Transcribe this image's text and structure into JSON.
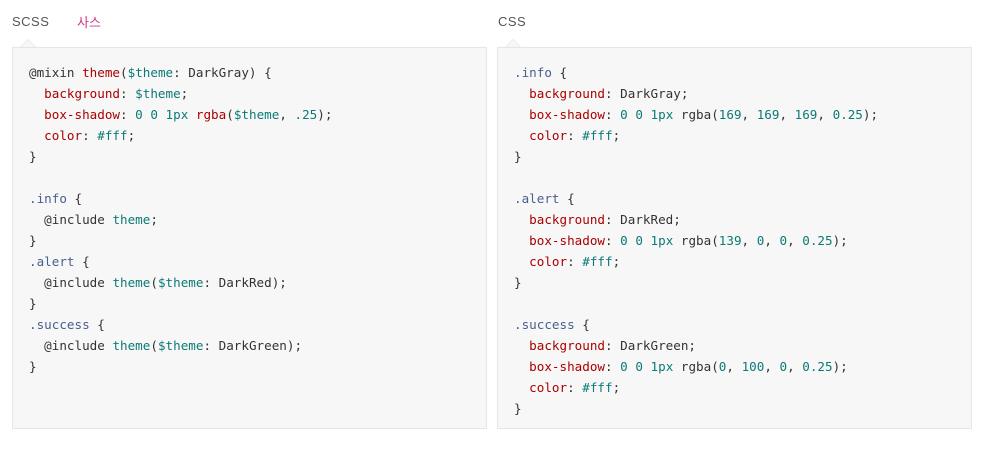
{
  "tabs": {
    "scss_label": "SCSS",
    "scss_korean": "사스",
    "css_label": "CSS"
  },
  "scss_code": [
    [
      [
        "kw",
        "@mixin"
      ],
      [
        "plain",
        " "
      ],
      [
        "fn",
        "theme"
      ],
      [
        "plain",
        "("
      ],
      [
        "var",
        "$theme"
      ],
      [
        "plain",
        ": DarkGray) {"
      ]
    ],
    [
      [
        "plain",
        "  "
      ],
      [
        "prop",
        "background"
      ],
      [
        "plain",
        ": "
      ],
      [
        "var",
        "$theme"
      ],
      [
        "plain",
        ";"
      ]
    ],
    [
      [
        "plain",
        "  "
      ],
      [
        "prop",
        "box-shadow"
      ],
      [
        "plain",
        ": "
      ],
      [
        "num",
        "0"
      ],
      [
        "plain",
        " "
      ],
      [
        "num",
        "0"
      ],
      [
        "plain",
        " "
      ],
      [
        "num",
        "1px"
      ],
      [
        "plain",
        " "
      ],
      [
        "fn",
        "rgba"
      ],
      [
        "plain",
        "("
      ],
      [
        "var",
        "$theme"
      ],
      [
        "plain",
        ", "
      ],
      [
        "num",
        ".25"
      ],
      [
        "plain",
        ");"
      ]
    ],
    [
      [
        "plain",
        "  "
      ],
      [
        "prop",
        "color"
      ],
      [
        "plain",
        ": "
      ],
      [
        "num",
        "#fff"
      ],
      [
        "plain",
        ";"
      ]
    ],
    [
      [
        "plain",
        "}"
      ]
    ],
    [
      [
        "plain",
        ""
      ]
    ],
    [
      [
        "sel",
        ".info"
      ],
      [
        "plain",
        " {"
      ]
    ],
    [
      [
        "plain",
        "  "
      ],
      [
        "kw",
        "@include"
      ],
      [
        "plain",
        " "
      ],
      [
        "var",
        "theme"
      ],
      [
        "plain",
        ";"
      ]
    ],
    [
      [
        "plain",
        "}"
      ]
    ],
    [
      [
        "sel",
        ".alert"
      ],
      [
        "plain",
        " {"
      ]
    ],
    [
      [
        "plain",
        "  "
      ],
      [
        "kw",
        "@include"
      ],
      [
        "plain",
        " "
      ],
      [
        "var",
        "theme"
      ],
      [
        "plain",
        "("
      ],
      [
        "var",
        "$theme"
      ],
      [
        "plain",
        ": DarkRed);"
      ]
    ],
    [
      [
        "plain",
        "}"
      ]
    ],
    [
      [
        "sel",
        ".success"
      ],
      [
        "plain",
        " {"
      ]
    ],
    [
      [
        "plain",
        "  "
      ],
      [
        "kw",
        "@include"
      ],
      [
        "plain",
        " "
      ],
      [
        "var",
        "theme"
      ],
      [
        "plain",
        "("
      ],
      [
        "var",
        "$theme"
      ],
      [
        "plain",
        ": DarkGreen);"
      ]
    ],
    [
      [
        "plain",
        "}"
      ]
    ]
  ],
  "css_code": [
    [
      [
        "sel",
        ".info"
      ],
      [
        "plain",
        " {"
      ]
    ],
    [
      [
        "plain",
        "  "
      ],
      [
        "prop",
        "background"
      ],
      [
        "plain",
        ": DarkGray;"
      ]
    ],
    [
      [
        "plain",
        "  "
      ],
      [
        "prop",
        "box-shadow"
      ],
      [
        "plain",
        ": "
      ],
      [
        "num",
        "0"
      ],
      [
        "plain",
        " "
      ],
      [
        "num",
        "0"
      ],
      [
        "plain",
        " "
      ],
      [
        "num",
        "1px"
      ],
      [
        "plain",
        " rgba("
      ],
      [
        "num",
        "169"
      ],
      [
        "plain",
        ", "
      ],
      [
        "num",
        "169"
      ],
      [
        "plain",
        ", "
      ],
      [
        "num",
        "169"
      ],
      [
        "plain",
        ", "
      ],
      [
        "num",
        "0.25"
      ],
      [
        "plain",
        ");"
      ]
    ],
    [
      [
        "plain",
        "  "
      ],
      [
        "prop",
        "color"
      ],
      [
        "plain",
        ": "
      ],
      [
        "num",
        "#fff"
      ],
      [
        "plain",
        ";"
      ]
    ],
    [
      [
        "plain",
        "}"
      ]
    ],
    [
      [
        "plain",
        ""
      ]
    ],
    [
      [
        "sel",
        ".alert"
      ],
      [
        "plain",
        " {"
      ]
    ],
    [
      [
        "plain",
        "  "
      ],
      [
        "prop",
        "background"
      ],
      [
        "plain",
        ": DarkRed;"
      ]
    ],
    [
      [
        "plain",
        "  "
      ],
      [
        "prop",
        "box-shadow"
      ],
      [
        "plain",
        ": "
      ],
      [
        "num",
        "0"
      ],
      [
        "plain",
        " "
      ],
      [
        "num",
        "0"
      ],
      [
        "plain",
        " "
      ],
      [
        "num",
        "1px"
      ],
      [
        "plain",
        " rgba("
      ],
      [
        "num",
        "139"
      ],
      [
        "plain",
        ", "
      ],
      [
        "num",
        "0"
      ],
      [
        "plain",
        ", "
      ],
      [
        "num",
        "0"
      ],
      [
        "plain",
        ", "
      ],
      [
        "num",
        "0.25"
      ],
      [
        "plain",
        ");"
      ]
    ],
    [
      [
        "plain",
        "  "
      ],
      [
        "prop",
        "color"
      ],
      [
        "plain",
        ": "
      ],
      [
        "num",
        "#fff"
      ],
      [
        "plain",
        ";"
      ]
    ],
    [
      [
        "plain",
        "}"
      ]
    ],
    [
      [
        "plain",
        ""
      ]
    ],
    [
      [
        "sel",
        ".success"
      ],
      [
        "plain",
        " {"
      ]
    ],
    [
      [
        "plain",
        "  "
      ],
      [
        "prop",
        "background"
      ],
      [
        "plain",
        ": DarkGreen;"
      ]
    ],
    [
      [
        "plain",
        "  "
      ],
      [
        "prop",
        "box-shadow"
      ],
      [
        "plain",
        ": "
      ],
      [
        "num",
        "0"
      ],
      [
        "plain",
        " "
      ],
      [
        "num",
        "0"
      ],
      [
        "plain",
        " "
      ],
      [
        "num",
        "1px"
      ],
      [
        "plain",
        " rgba("
      ],
      [
        "num",
        "0"
      ],
      [
        "plain",
        ", "
      ],
      [
        "num",
        "100"
      ],
      [
        "plain",
        ", "
      ],
      [
        "num",
        "0"
      ],
      [
        "plain",
        ", "
      ],
      [
        "num",
        "0.25"
      ],
      [
        "plain",
        ");"
      ]
    ],
    [
      [
        "plain",
        "  "
      ],
      [
        "prop",
        "color"
      ],
      [
        "plain",
        ": "
      ],
      [
        "num",
        "#fff"
      ],
      [
        "plain",
        ";"
      ]
    ],
    [
      [
        "plain",
        "}"
      ]
    ]
  ],
  "colors": {
    "keyword": "#333333",
    "function": "#aa0000",
    "variable": "#0b7a75",
    "selector": "#4b5e8f",
    "accent_korean": "#cc3a8b",
    "panel_bg": "#f7f7f7"
  }
}
